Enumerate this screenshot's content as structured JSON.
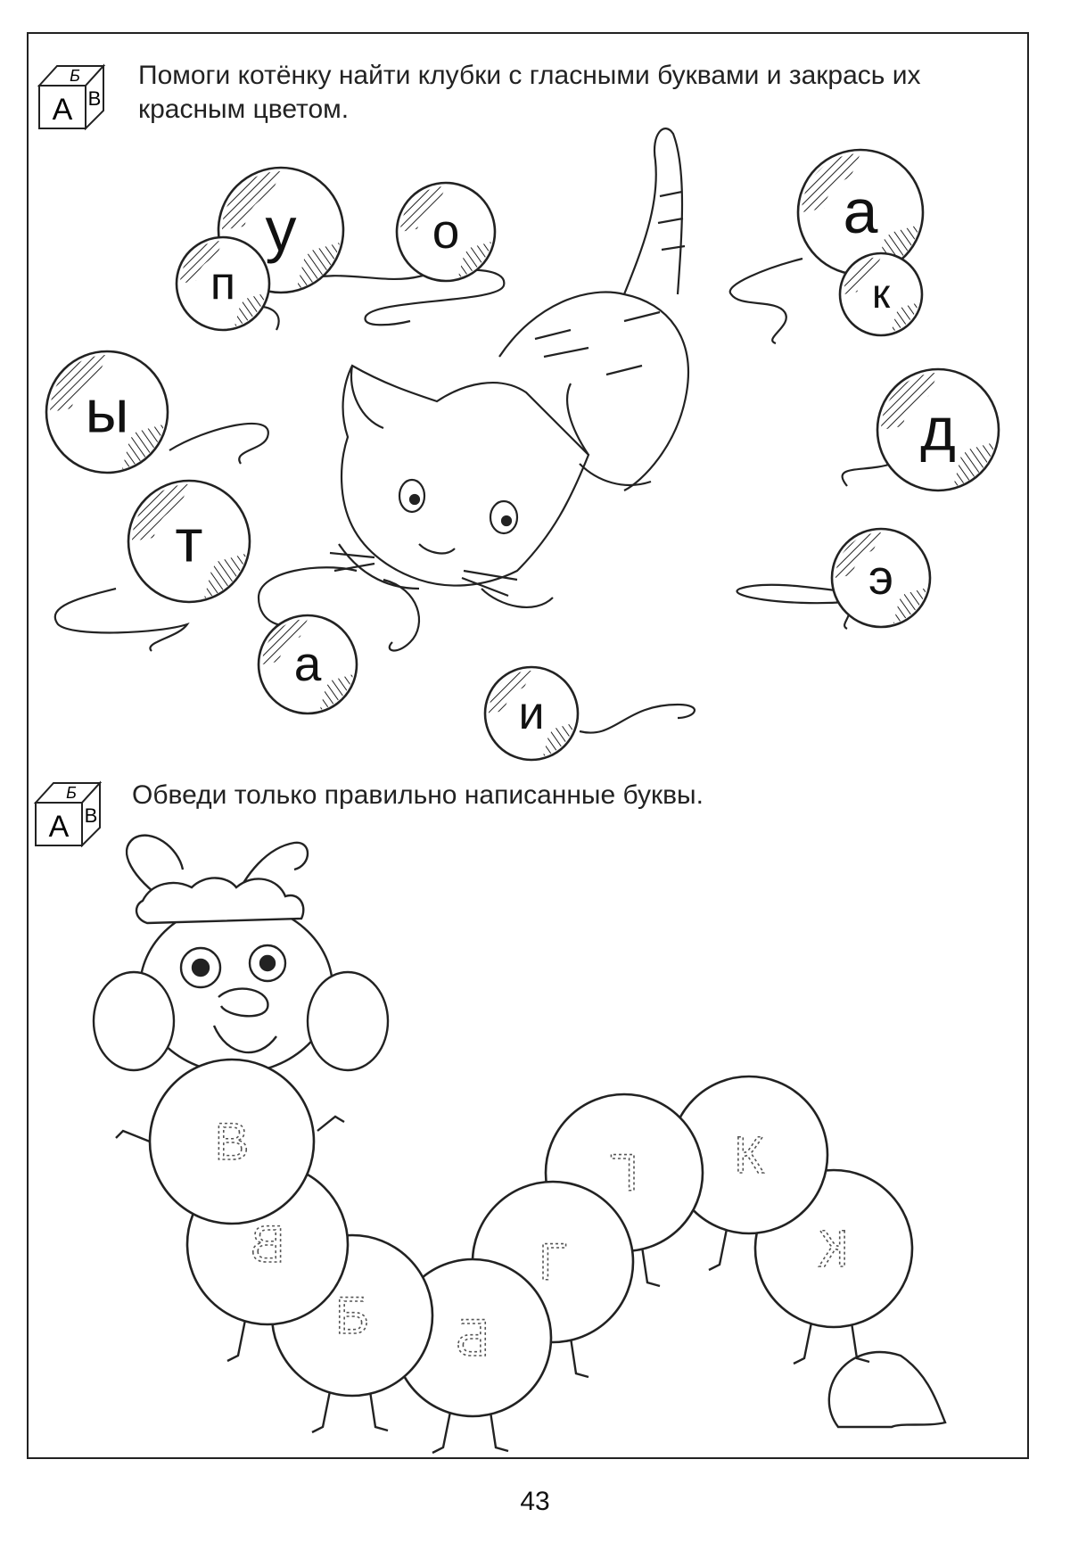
{
  "icon": {
    "letter_a": "А",
    "letter_b": "Б",
    "letter_v": "В"
  },
  "task1": {
    "instruction": "Помоги котёнку найти клубки с гласными буквами и закрась их красным цветом.",
    "yarn_balls": [
      {
        "letter": "у"
      },
      {
        "letter": "п"
      },
      {
        "letter": "о"
      },
      {
        "letter": "ы"
      },
      {
        "letter": "т"
      },
      {
        "letter": "а"
      },
      {
        "letter": "и"
      },
      {
        "letter": "а"
      },
      {
        "letter": "к"
      },
      {
        "letter": "д"
      },
      {
        "letter": "э"
      }
    ]
  },
  "task2": {
    "instruction": "Обведи только правильно написанные буквы.",
    "segments": [
      {
        "letter": "В",
        "mirrored": false
      },
      {
        "letter": "В",
        "mirrored": true
      },
      {
        "letter": "Б",
        "mirrored": false
      },
      {
        "letter": "Б",
        "mirrored": true
      },
      {
        "letter": "Г",
        "mirrored": false
      },
      {
        "letter": "Г",
        "mirrored": true
      },
      {
        "letter": "К",
        "mirrored": false
      },
      {
        "letter": "К",
        "mirrored": true
      }
    ]
  },
  "page_number": "43"
}
